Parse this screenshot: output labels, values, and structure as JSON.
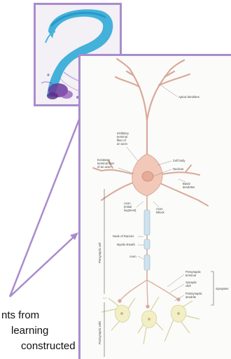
{
  "caption": {
    "lines": [
      "nts from",
      "learning",
      "constructed"
    ]
  },
  "neuron_labels": {
    "apical_dendrites": "Apical dendrites",
    "inhibitory_terminal": [
      "Inhibitory",
      "terminal",
      "fiber of",
      "an axon"
    ],
    "cell_body": "Cell body",
    "nucleus": "Nucleus",
    "excitatory_terminal": [
      "Excitatory",
      "terminal fiber",
      "of an axon"
    ],
    "basal_dendrites": [
      "Basal",
      "dendrites"
    ],
    "axon_initial": [
      "Axon",
      "(initial",
      "segment)"
    ],
    "axon_hillock": [
      "Axon",
      "hillock"
    ],
    "node_of_ranvier": "Node of Ranvier",
    "myelin_sheath": "Myelin sheath",
    "axon": "Axon",
    "presynaptic_cell": "Presynaptic cell",
    "postsynaptic_cells": "Postsynaptic cells",
    "presynaptic_terminal": [
      "Presynaptic",
      "terminal"
    ],
    "synaptic_cleft": [
      "Synaptic",
      "cleft"
    ],
    "postsynaptic_dendrite": [
      "Postsynaptic",
      "dendrite"
    ],
    "synapses": "Synapses"
  },
  "colors": {
    "frame_border": "#a98ccc",
    "arrow": "#a98ccc",
    "stain_blue": "#2aa7d6",
    "stain_purple": "#6a3a9a",
    "soma": "#f2c9b8",
    "dendrite": "#e3b3a6",
    "myelin": "#cfe2ee",
    "postsynaptic": "#f3efc4"
  }
}
